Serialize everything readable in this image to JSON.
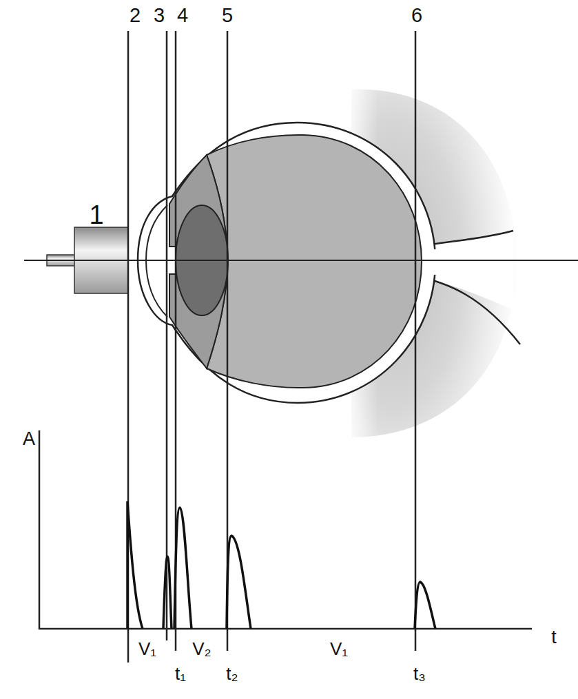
{
  "diagram": {
    "labels": [
      "1",
      "2",
      "3",
      "4",
      "5",
      "6",
      "A",
      "V₁",
      "V₂",
      "V₁",
      "t",
      "t₁",
      "t₂",
      "t₃"
    ]
  }
}
